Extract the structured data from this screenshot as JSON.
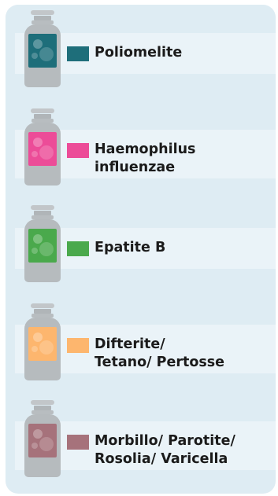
{
  "colors": {
    "panel_background": "#deecf3",
    "strip_background": "#eaf3f8",
    "vial_glass": "#b6bbbe"
  },
  "vaccines": [
    {
      "label": "Poliomelite",
      "color": "#1e6e7a",
      "icon": "vial-icon"
    },
    {
      "label": "Haemophilus\ninfluenzae",
      "color": "#ec4c98",
      "icon": "vial-icon"
    },
    {
      "label": "Epatite B",
      "color": "#4aa94c",
      "icon": "vial-icon"
    },
    {
      "label": "Difterite/\nTetano/ Pertosse",
      "color": "#fdb66e",
      "icon": "vial-icon"
    },
    {
      "label": "Morbillo/ Parotite/\nRosolia/ Varicella",
      "color": "#a6727b",
      "icon": "vial-icon"
    }
  ]
}
